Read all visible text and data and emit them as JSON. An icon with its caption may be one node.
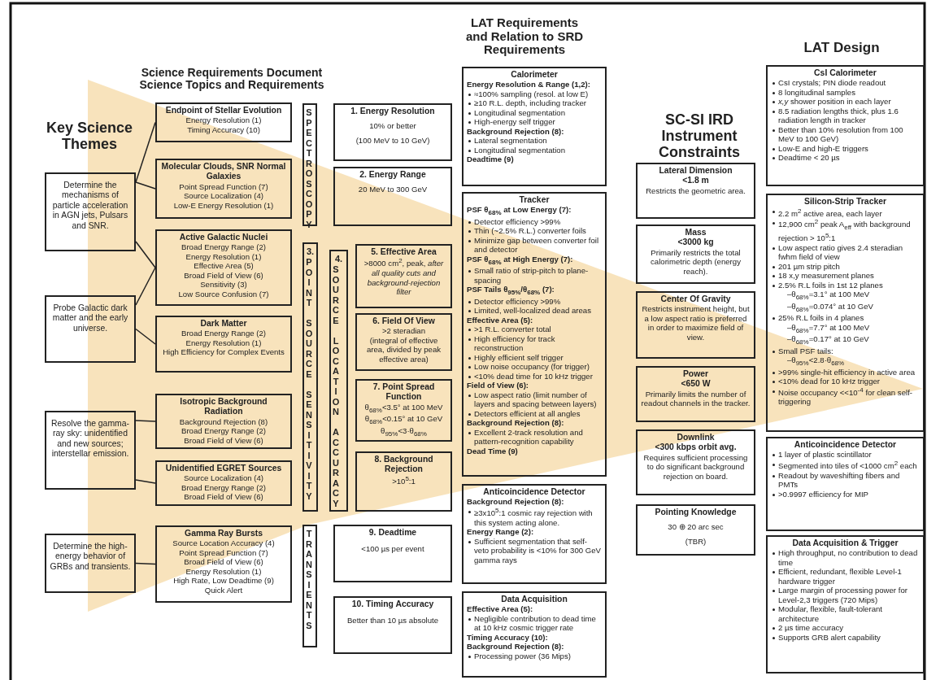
{
  "diagram": {
    "nodes": [
      {
        "text": [
          "Determine the mechanisms of particle acceleration in AGN jets, Pulsars and SNR."
        ]
      },
      {
        "text": [
          "Probe Galactic dark matter and the early universe."
        ]
      },
      {
        "text": [
          "Resolve the gamma-ray sky: unidentified and new sources; interstellar emission."
        ]
      },
      {
        "text": [
          "Determine the high-energy behavior of GRBs and transients."
        ]
      },
      {
        "text": [
          "Endpoint of Stellar Evolution",
          "Energy Resolution (1)",
          "Timing Accuracy (10)"
        ]
      },
      {
        "text": [
          "Molecular Clouds, SNR Normal Galaxies",
          "Point Spread Function (7)",
          "Source Localization (4)",
          "Low-E Energy Resolution (1)"
        ]
      },
      {
        "text": [
          "Active Galactic Nuclei",
          "Broad Energy Range (2)",
          "Energy Resolution (1)",
          "Effective Area (5)",
          "Broad Field of View (6)",
          "Sensitivity (3)",
          "Low Source Confusion (7)"
        ]
      },
      {
        "text": [
          "Dark Matter",
          "Broad Energy Range (2)",
          "Energy Resolution (1)",
          "High Efficiency for Complex Events"
        ]
      },
      {
        "text": [
          "Isotropic Background Radiation",
          "Background Rejection (8)",
          "Broad Energy Range (2)",
          "Broad Field of View (6)"
        ]
      },
      {
        "text": [
          "Unidentified EGRET Sources",
          "Source Localization (4)",
          "Broad Energy Range (2)",
          "Broad Field of View (6)"
        ]
      },
      {
        "text": [
          "Gamma Ray Bursts",
          "Source Location Accuracy (4)",
          "Point Spread Function (7)",
          "Broad Field of View (6)",
          "Energy Resolution (1)",
          "High Rate, Low Deadtime (9)",
          "Quick Alert"
        ]
      },
      {
        "text": [
          "SPECTROSCOPY"
        ]
      },
      {
        "text": [
          "3.",
          "POINT SOURCE SENSITIVITY"
        ]
      },
      {
        "text": [
          "4.",
          "SOURCE LOCATION ACCURACY"
        ]
      },
      {
        "text": [
          "TRANSIENTS"
        ]
      },
      {
        "text": [
          "1. Energy Resolution",
          "10% or better",
          "(100 MeV to 10 GeV)"
        ]
      },
      {
        "text": [
          "2. Energy Range",
          "20 MeV to 300 GeV"
        ]
      },
      {
        "text": [
          "5. Effective Area",
          ">8000 cm$^{2}$, peak, *after all quality cuts and background-rejection filter*"
        ]
      },
      {
        "text": [
          "6. Field Of View",
          ">2 steradian",
          "(integral of effective area, divided by peak effective area)"
        ]
      },
      {
        "text": [
          "7. Point Spread Function",
          "θ$_{68%}$<3.5° at 100 MeV",
          "θ$_{68%}$<0.15° at 10 GeV",
          "θ$_{95%}$<3·θ$_{68%}$"
        ]
      },
      {
        "text": [
          "8. Background Rejection",
          ">10$^{5}$:1"
        ]
      },
      {
        "text": [
          "9. Deadtime",
          "<100 µs per event"
        ]
      },
      {
        "text": [
          "10. Timing Accuracy",
          "Better than 10 µs absolute"
        ]
      },
      {
        "text": [
          "Calorimeter",
          "Energy Resolution & Range (1,2):",
          "≈100% sampling (resol. at low E)",
          "≥10 R.L. depth, including tracker",
          "Longitudinal segmentation",
          "High-energy self trigger",
          "Background Rejection (8):",
          "Lateral segmentation",
          "Longitudinal segmentation",
          "Deadtime (9)"
        ]
      },
      {
        "text": [
          "Tracker",
          "PSF θ$_{68%}$ at Low Energy (7):",
          "Detector efficiency >99%",
          "Thin (~2.5% R.L.) converter foils",
          "Minimize gap between converter foil and detector",
          "PSF θ$_{68%}$ at High Energy (7):",
          "Small ratio of strip-pitch to plane-spacing",
          "PSF Tails θ$_{95%}$/θ$_{68%}$ (7):",
          "Detector efficiency >99%",
          "Limited, well-localized dead areas",
          "Effective Area (5):",
          ">1 R.L. converter total",
          "High efficiency for track reconstruction",
          "Highly efficient self trigger",
          "Low noise occupancy (for trigger)",
          "<10% dead time for 10 kHz trigger",
          "Field of View (6):",
          "Low aspect ratio (limit number of layers and spacing between layers)",
          "Detectors efficient at all angles",
          "Background Rejection (8):",
          "Excellent 2-track resolution and pattern-recognition capability",
          "Dead Time (9)"
        ]
      },
      {
        "text": [
          "Anticoincidence Detector",
          "Background Rejection (8):",
          "≥3x10$^{5}$:1 cosmic ray rejection with this system acting alone.",
          "Energy Range (2):",
          "Sufficient segmentation that self-veto probability is <10% for 300 GeV gamma rays"
        ]
      },
      {
        "text": [
          "Data Acquisition",
          "Effective Area (5):",
          "Negligible contribution to dead time at 10 kHz cosmic trigger rate",
          "Timing Accuracy (10):",
          "Background Rejection (8):",
          "Processing power (36 Mips)"
        ]
      },
      {
        "text": [
          "Lateral Dimension",
          "<1.8 m",
          "Restricts the geometric area."
        ]
      },
      {
        "text": [
          "Mass",
          "<3000 kg",
          "Primarily restricts the total calorimetric depth (energy reach)."
        ]
      },
      {
        "text": [
          "Center Of Gravity",
          "Restricts instrument height, but a low aspect ratio is preferred in order to maximize field of view."
        ]
      },
      {
        "text": [
          "Power",
          "<650 W",
          "Primarily limits the number of readout channels in the tracker."
        ]
      },
      {
        "text": [
          "Downlink",
          "<300 kbps orbit avg.",
          "Requires sufficient processing to do significant background rejection on board."
        ]
      },
      {
        "text": [
          "Pointing Knowledge",
          "30 ⊕ 20 arc sec",
          "(TBR)"
        ]
      },
      {
        "text": [
          "CsI Calorimeter",
          "CsI crystals; PIN diode readout",
          "8 longitudinal samples",
          "*x,y* shower position in each layer",
          "8.5 radiation lengths thick, plus 1.6 radiation length in tracker",
          "Better than 10% resolution from 100 MeV to 100 GeV)",
          "Low-E and high-E triggers",
          "Deadtime < 20 µs"
        ]
      },
      {
        "text": [
          "Silicon-Strip Tracker",
          "2.2 m$^{2}$ active area, each layer",
          "12,900 cm$^{2}$ peak A$_{eff}$ with background rejection > 10$^{5}$:1",
          "Low aspect ratio gives 2.4 steradian fwhm field of view",
          "201 µm strip pitch",
          "18 x,y measurement planes",
          "2.5% R.L foils in 1st 12 planes",
          "–θ$_{68%}$=3.1° at 100 MeV",
          "–θ$_{68%}$=0.074° at 10 GeV",
          "25% R.L foils in 4 planes",
          "–θ$_{68%}$=7.7° at 100 MeV",
          "–θ$_{68%}$=0.17° at 10 GeV",
          "Small PSF tails:",
          "–θ$_{95%}$<2.8·θ$_{68%}$",
          ">99% single-hit efficiency in active area",
          "<10% dead for 10 kHz trigger",
          "Noise occupancy <<10$^{-4}$ for clean self-triggering"
        ]
      },
      {
        "text": [
          "Anticoincidence Detector",
          "1 layer of plastic scintillator",
          "Segmented into tiles of <1000 cm$^{2}$ each",
          "Readout by waveshifting fibers and PMTs",
          ">0.9997 efficiency for MIP"
        ]
      },
      {
        "text": [
          "Data Acquisition & Trigger",
          "High throughput, no contribution to dead time",
          "Efficient, redundant, flexible Level-1 hardware trigger",
          "Large margin of processing power for Level-2,3 triggers (720 Mips)",
          "Modular, flexible, fault-tolerant architecture",
          "2 µs time accuracy",
          "Supports GRB alert capability"
        ]
      }
    ],
    "edges": [
      {
        "from": 0,
        "to": 4,
        "arrow": "none"
      },
      {
        "from": 0,
        "to": 5,
        "arrow": "none"
      },
      {
        "from": 0,
        "to": 6,
        "arrow": "none"
      },
      {
        "from": 1,
        "to": 6,
        "arrow": "none"
      },
      {
        "from": 1,
        "to": 7,
        "arrow": "none"
      },
      {
        "from": 2,
        "to": 8,
        "arrow": "none"
      },
      {
        "from": 2,
        "to": 9,
        "arrow": "none"
      },
      {
        "from": 3,
        "to": 10,
        "arrow": "none"
      }
    ],
    "labels": [
      "LAT Requirements and Relation to SRD Requirements",
      "LAT Design",
      "Science Requirements Document Science Topics and Requirements",
      "Key Science Themes",
      "SC-SI IRD Instrument Constraints"
    ]
  }
}
